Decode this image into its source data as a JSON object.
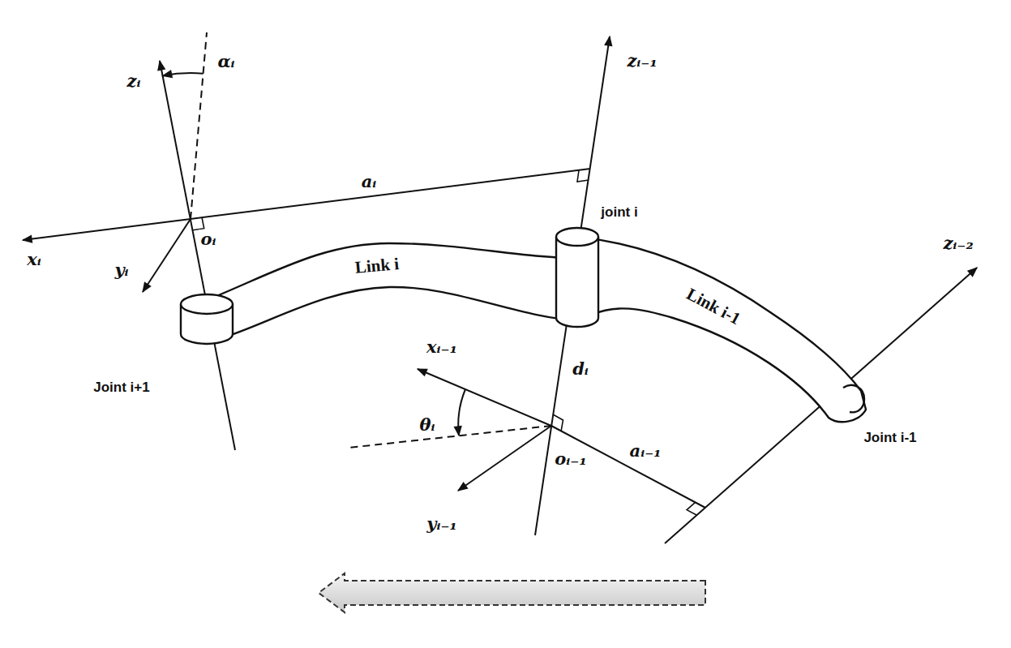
{
  "diagram": {
    "nodes": [
      {
        "text": [
          "Link i"
        ]
      },
      {
        "text": [
          "Link i-1"
        ]
      }
    ],
    "labels": [
      "zᵢ",
      "αᵢ",
      "zᵢ₋₁",
      "aᵢ",
      "joint i",
      "xᵢ",
      "oᵢ",
      "yᵢ",
      "zᵢ₋₂",
      "Joint i+1",
      "dᵢ",
      "xᵢ₋₁",
      "θᵢ",
      "oᵢ₋₁",
      "aᵢ₋₁",
      "yᵢ₋₁",
      "Joint i-1"
    ]
  }
}
